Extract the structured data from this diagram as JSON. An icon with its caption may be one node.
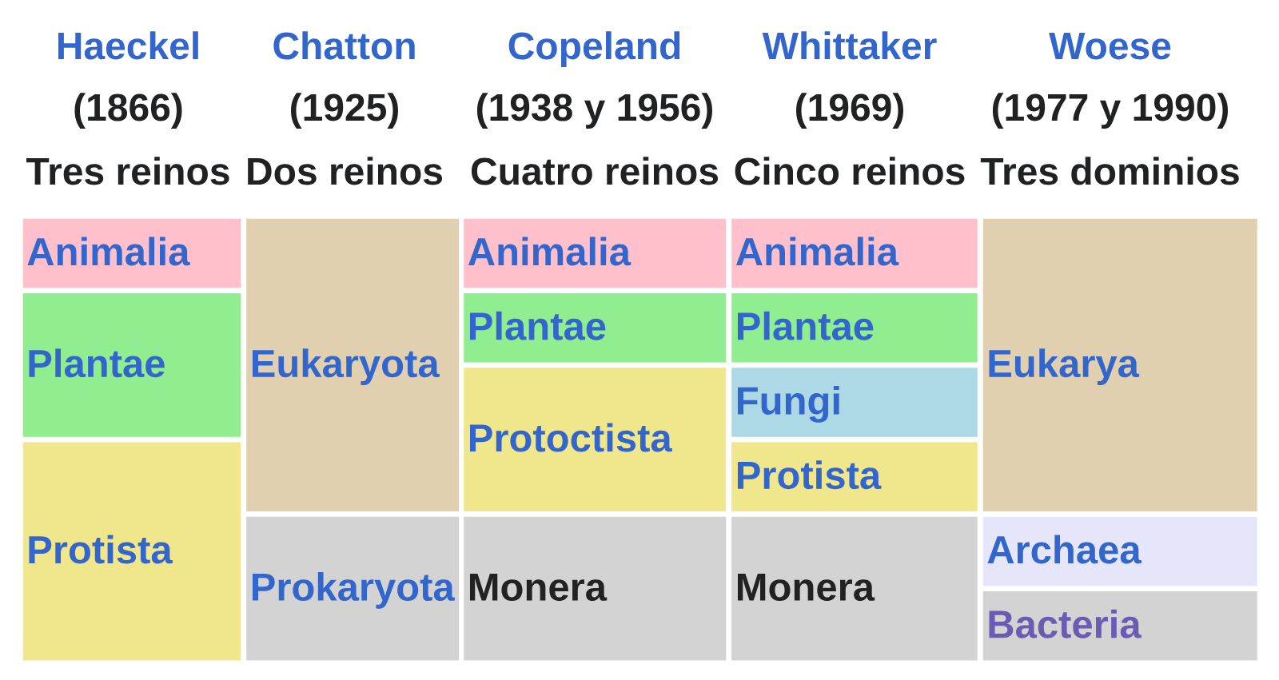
{
  "diagram": {
    "nodes": [
      {
        "text": [
          "Animalia"
        ]
      },
      {
        "text": [
          "Plantae"
        ]
      },
      {
        "text": [
          "Protista"
        ]
      },
      {
        "text": [
          "Eukaryota"
        ]
      },
      {
        "text": [
          "Prokaryota"
        ]
      },
      {
        "text": [
          "Animalia"
        ]
      },
      {
        "text": [
          "Plantae"
        ]
      },
      {
        "text": [
          "Protoctista"
        ]
      },
      {
        "text": [
          "Monera"
        ]
      },
      {
        "text": [
          "Animalia"
        ]
      },
      {
        "text": [
          "Plantae"
        ]
      },
      {
        "text": [
          "Fungi"
        ]
      },
      {
        "text": [
          "Protista"
        ]
      },
      {
        "text": [
          "Monera"
        ]
      },
      {
        "text": [
          "Eukarya"
        ]
      },
      {
        "text": [
          "Archaea"
        ]
      },
      {
        "text": [
          "Bacteria"
        ]
      }
    ],
    "labels": [
      "Haeckel",
      "Chatton",
      "Copeland",
      "Whittaker",
      "Woese",
      "(1866)",
      "(1925)",
      "(1938 y 1956)",
      "(1969)",
      "(1977 y 1990)",
      "Tres reinos",
      "Dos reinos",
      "Cuatro reinos",
      "Cinco reinos",
      "Tres dominios"
    ]
  }
}
